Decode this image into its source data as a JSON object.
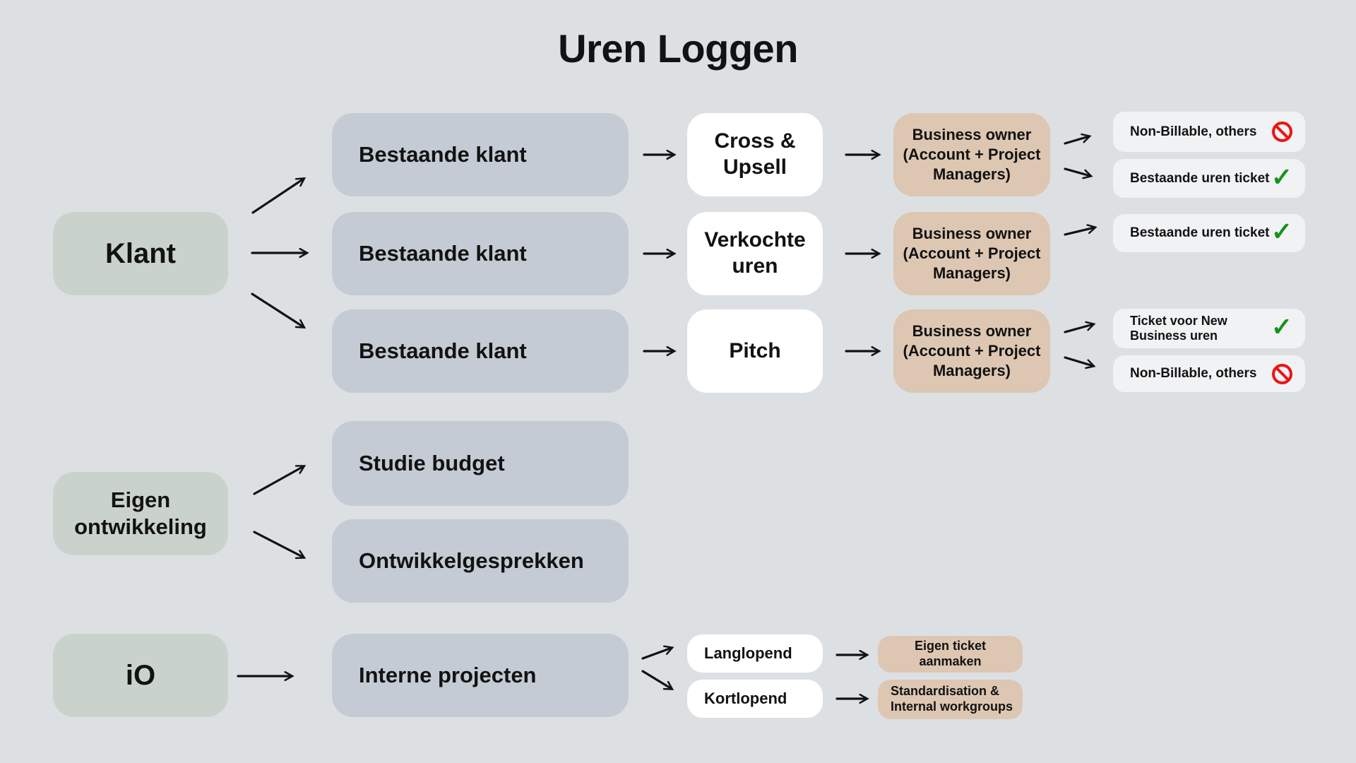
{
  "title": "Uren Loggen",
  "colors": {
    "background": "#dde0e3",
    "source_box": "#c9d3cc",
    "branch_box": "#c4cbd4",
    "stage_box": "#ffffff",
    "owner_box": "#ddc7b2",
    "outcome_box": "#f1f2f4",
    "check_green": "#15921d",
    "prohibited_red": "#ec1414",
    "text": "#121212"
  },
  "icons": {
    "check_glyph": "✓",
    "prohibited_icon": "no-entry-circle-slash"
  },
  "nodes": {
    "klant": "Klant",
    "eigen_ontwikkeling": "Eigen ontwikkeling",
    "io": "iO",
    "bestaande_klant_1": "Bestaande klant",
    "bestaande_klant_2": "Bestaande klant",
    "bestaande_klant_3": "Bestaande klant",
    "cross_upsell": "Cross & Upsell",
    "verkochte_uren": "Verkochte uren",
    "pitch": "Pitch",
    "business_owner_1": "Business owner (Account + Project Managers)",
    "business_owner_2": "Business owner (Account + Project Managers)",
    "business_owner_3": "Business owner (Account + Project Managers)",
    "studie_budget": "Studie budget",
    "ontwikkelgesprekken": "Ontwikkelgesprekken",
    "interne_projecten": "Interne projecten",
    "langlopend": "Langlopend",
    "kortlopend": "Kortlopend",
    "eigen_ticket_aanmaken": "Eigen ticket aanmaken",
    "standardisation": "Standardisation & Internal workgroups"
  },
  "outcomes": {
    "row1_non_billable": {
      "label": "Non-Billable, others",
      "status": "not-allowed"
    },
    "row1_bestaande_ticket": {
      "label": "Bestaande uren ticket",
      "status": "allowed"
    },
    "row2_bestaande_ticket": {
      "label": "Bestaande uren ticket",
      "status": "allowed"
    },
    "row3_new_business_ticket": {
      "label": "Ticket voor New Business uren",
      "status": "allowed"
    },
    "row3_non_billable": {
      "label": "Non-Billable, others",
      "status": "not-allowed"
    }
  }
}
